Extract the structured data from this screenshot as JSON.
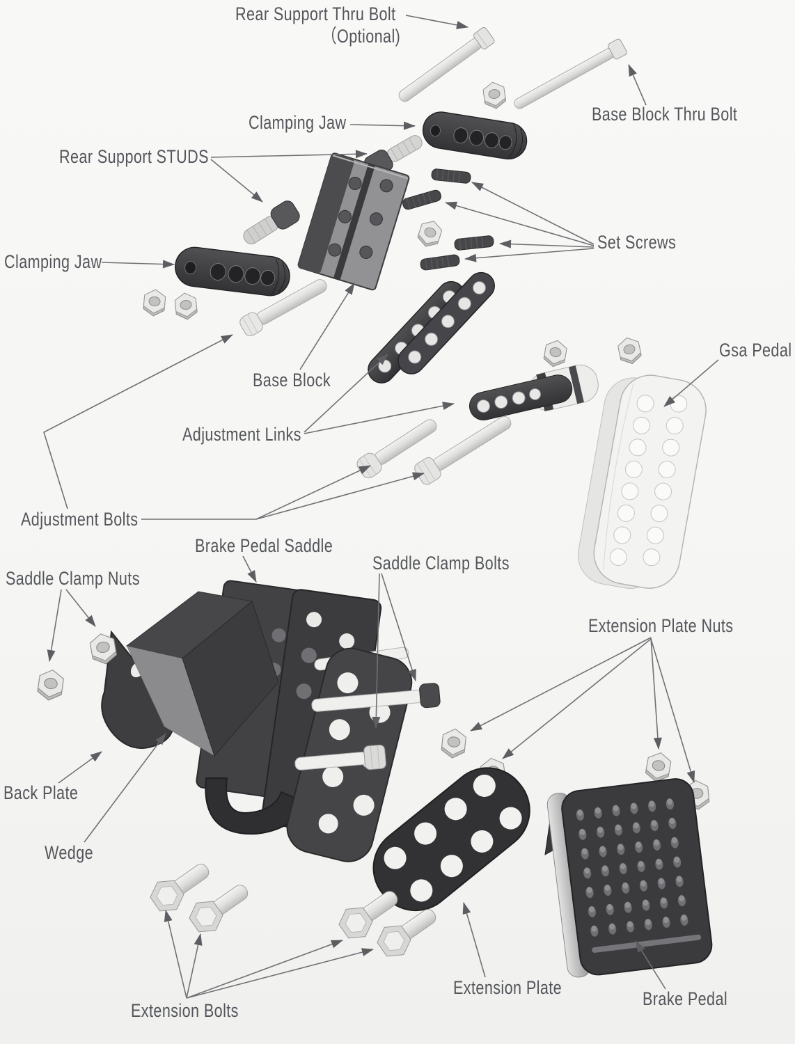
{
  "figure": {
    "colors": {
      "background": "#f6f6f5",
      "label_text": "#53555a",
      "leader_line": "#6f7174",
      "arrowhead": "#5c5e61",
      "dark_part": "#3a3a3d",
      "light_part": "#efefee"
    },
    "labels": {
      "rear_support_thru_bolt_line1": "Rear Support Thru Bolt",
      "rear_support_thru_bolt_line2": "（Optional)",
      "base_block_thru_bolt": "Base Block Thru Bolt",
      "clamping_jaw_top": "Clamping Jaw",
      "rear_support_studs": "Rear Support STUDS",
      "clamping_jaw_left": "Clamping Jaw",
      "set_screws": "Set Screws",
      "gsa_pedal": "Gsa Pedal",
      "base_block": "Base Block",
      "adjustment_links": "Adjustment Links",
      "adjustment_bolts": "Adjustment Bolts",
      "brake_pedal_saddle": "Brake Pedal Saddle",
      "saddle_clamp_nuts": "Saddle Clamp Nuts",
      "saddle_clamp_bolts": "Saddle Clamp Bolts",
      "extension_plate_nuts": "Extension Plate Nuts",
      "back_plate": "Back Plate",
      "wedge": "Wedge",
      "extension_bolts": "Extension Bolts",
      "extension_plate": "Extension Plate",
      "brake_pedal": "Brake Pedal"
    }
  }
}
